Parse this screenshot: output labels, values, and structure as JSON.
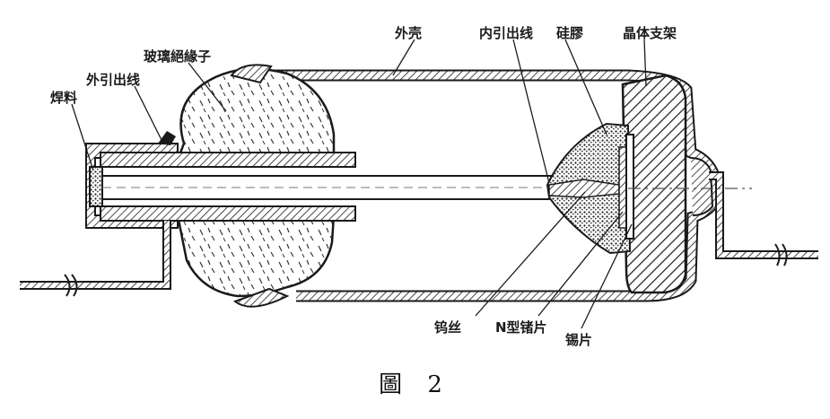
{
  "figure": {
    "caption": "圖 2",
    "labels": {
      "outer_shell": "外壳",
      "inner_lead": "内引出线",
      "glue": "硅膠",
      "crystal_holder": "晶体支架",
      "glass_insulator": "玻璃絕緣子",
      "outer_lead": "外引出线",
      "solder": "焊料",
      "tungsten_wire": "钨丝",
      "n_germanium": "N型锗片",
      "tin_piece": "锡片"
    }
  },
  "colors": {
    "ink": "#1a1a1a",
    "paper": "#ffffff"
  }
}
